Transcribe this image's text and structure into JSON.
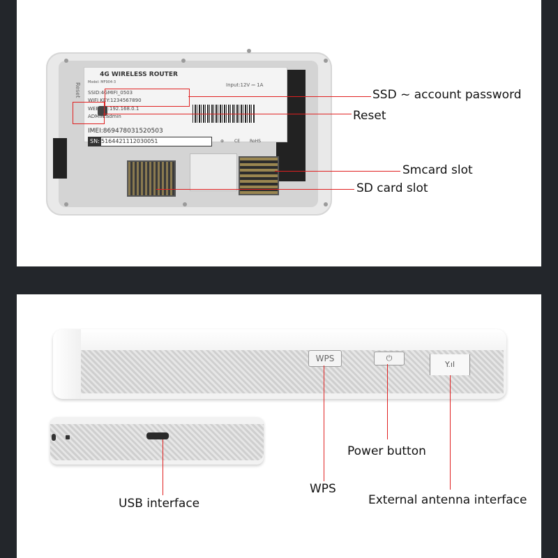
{
  "top_panel": {
    "label": {
      "title": "4G WIRELESS ROUTER",
      "model": "Model: MF904-3",
      "input": "Input:12V ⎓ 1A",
      "ssid": "SSID:4GMIFI_0503",
      "wifi_key": "WIFI KEY:1234567890",
      "webgui": "WEBGUI:192.168.0.1",
      "admin": "ADMIN:admin",
      "imei": "IMEI:869478031520503",
      "sn_tag": "SN:",
      "sn_value": "5164421112030051",
      "cert_1": "⊛",
      "cert_2": "CE",
      "cert_3": "RoHS",
      "reset_side": "Reset"
    },
    "callouts": {
      "account": "SSD ~ account password",
      "reset": "Reset",
      "smcard": "Smcard slot",
      "sdcard": "SD card slot"
    }
  },
  "bottom_panel": {
    "buttons": {
      "wps": "WPS",
      "power": "⏻",
      "antenna": "Y.ıl"
    },
    "callouts": {
      "power": "Power button",
      "wps": "WPS",
      "usb": "USB interface",
      "antenna": "External antenna interface"
    }
  },
  "colors": {
    "background": "#23262b",
    "callout_line": "#e02020",
    "panel": "#ffffff"
  }
}
